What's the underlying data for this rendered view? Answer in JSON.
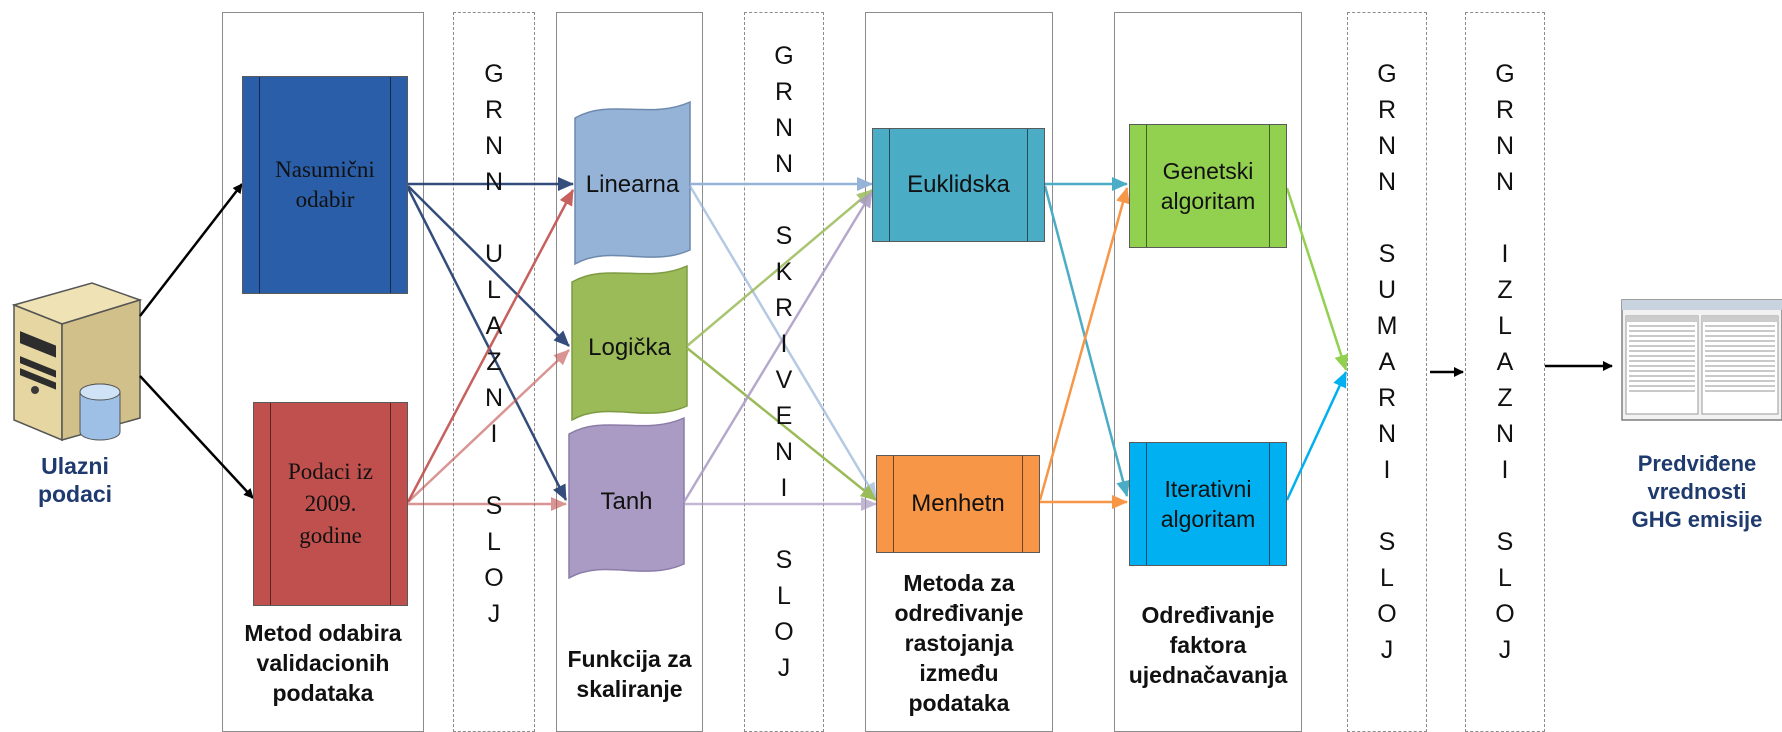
{
  "input": {
    "label": "Ulazni\npodaci",
    "icon": "database-server-icon"
  },
  "columns": {
    "validation": {
      "caption": "Metod odabira\nvalidacionih\npodataka",
      "boxes": [
        {
          "label": "Nasumični\nodabir",
          "color": "#2b5ea8"
        },
        {
          "label": "Podaci iz\n2009.\ngodine",
          "color": "#c0504d"
        }
      ]
    },
    "input_layer": {
      "letters": "G\nR\nN\nN\n\nU\nL\nA\nZ\nN\nI\n\nS\nL\nO\nJ"
    },
    "scaling": {
      "caption": "Funkcija za\nskaliranje",
      "shapes": [
        {
          "label": "Linearna",
          "color": "#95b3d7"
        },
        {
          "label": "Logička",
          "color": "#9bbb59"
        },
        {
          "label": "Tanh",
          "color": "#a99bc3"
        }
      ]
    },
    "hidden_layer": {
      "letters": "G\nR\nN\nN\n\nS\nK\nR\nI\nV\nE\nN\nI\n\nS\nL\nO\nJ"
    },
    "distance": {
      "caption": "Metoda za\nodređivanje\nrastojanja\nizmeđu\npodataka",
      "boxes": [
        {
          "label": "Euklidska",
          "color": "#4bacc6"
        },
        {
          "label": "Menhetn",
          "color": "#f79646"
        }
      ]
    },
    "smoothing": {
      "caption": "Određivanje\nfaktora\nujednačavanja",
      "boxes": [
        {
          "label": "Genetski\nalgoritam",
          "color": "#92d050"
        },
        {
          "label": "Iterativni\nalgoritam",
          "color": "#00b0f0"
        }
      ]
    },
    "summation_layer": {
      "letters": "G\nR\nN\nN\n\nS\nU\nM\nA\nR\nN\nI\n\nS\nL\nO\nJ"
    },
    "output_layer": {
      "letters": "G\nR\nN\nN\n\nI\nZ\nL\nA\nZ\nN\nI\n\nS\nL\nO\nJ"
    }
  },
  "output": {
    "label": "Predviđene\nvrednosti\nGHG emisije",
    "icon": "spreadsheet-screenshot-icon"
  }
}
